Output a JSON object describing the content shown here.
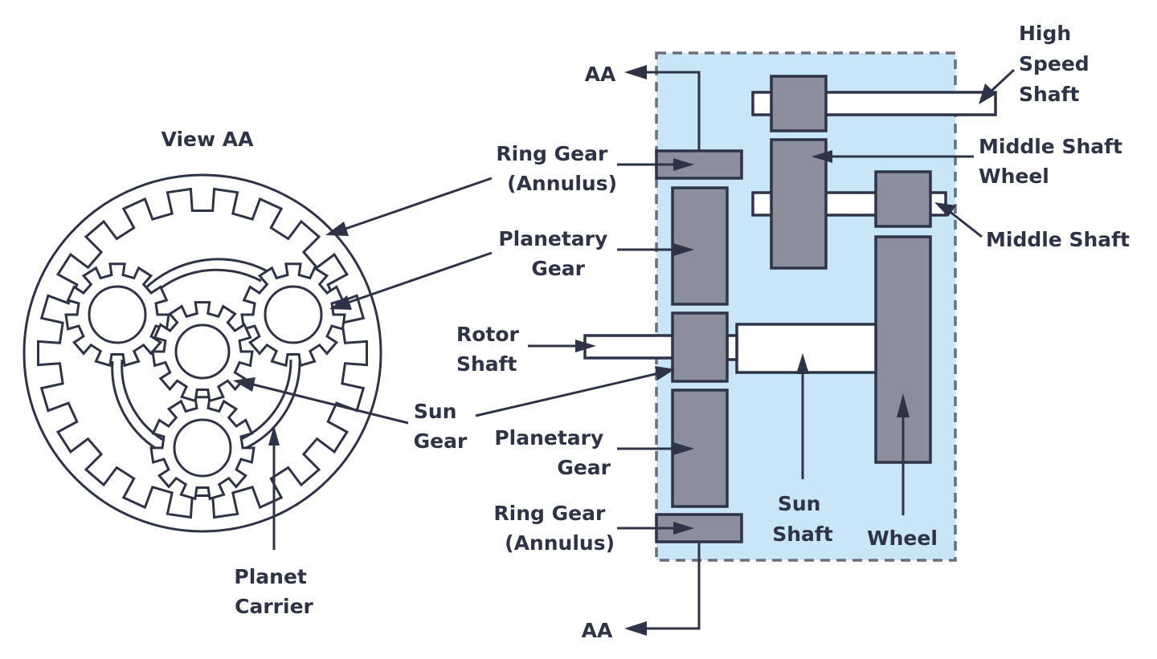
{
  "colors": {
    "ink": "#2e3348",
    "gear_fill": "#8c8e9e",
    "housing_fill": "#c8e6f8",
    "housing_border": "#6b6e7e",
    "shaft_fill": "#ffffff"
  },
  "left_view": {
    "title": "View AA",
    "labels": {
      "planet_carrier": [
        "Planet",
        "Carrier"
      ]
    }
  },
  "right_view": {
    "section_markers": [
      "AA",
      "AA"
    ],
    "labels": {
      "ring_gear_top": [
        "Ring Gear",
        "(Annulus)"
      ],
      "planetary_gear_top": [
        "Planetary",
        "Gear"
      ],
      "rotor_shaft": [
        "Rotor",
        "Shaft"
      ],
      "sun_gear": [
        "Sun",
        "Gear"
      ],
      "planetary_gear_bottom": [
        "Planetary",
        "Gear"
      ],
      "ring_gear_bottom": [
        "Ring Gear",
        "(Annulus)"
      ],
      "high_speed_shaft": [
        "High",
        "Speed",
        "Shaft"
      ],
      "middle_shaft_wheel": [
        "Middle Shaft",
        "Wheel"
      ],
      "middle_shaft": [
        "Middle Shaft"
      ],
      "sun_shaft": [
        "Sun",
        "Shaft"
      ],
      "wheel": [
        "Wheel"
      ]
    }
  }
}
